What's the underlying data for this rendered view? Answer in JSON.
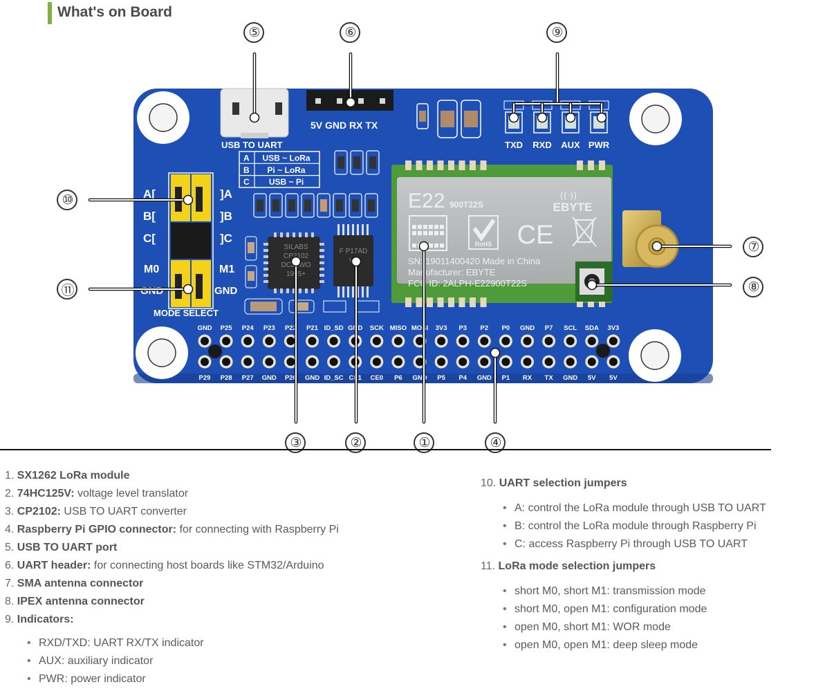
{
  "section_title": "What's on Board",
  "board": {
    "usb_label": "USB TO UART",
    "uart_header_label": "5V GND RX TX",
    "jumper_table": [
      {
        "key": "A",
        "value": "USB ~ LoRa"
      },
      {
        "key": "B",
        "value": "Pi ~ LoRa"
      },
      {
        "key": "C",
        "value": "USB ~ Pi"
      }
    ],
    "jumper_left_labels": [
      "A[",
      "B[",
      "C["
    ],
    "jumper_right_labels": [
      "]A",
      "]B",
      "]C"
    ],
    "mode_labels": {
      "m0": "M0",
      "m1": "M1",
      "gnd_left": "GND",
      "gnd_right": "GND"
    },
    "mode_select_label": "MODE SELECT",
    "indicator_labels": [
      "TXD",
      "RXD",
      "AUX",
      "PWR"
    ],
    "module": {
      "model": "E22",
      "submodel": "900T22S",
      "brand": "EBYTE",
      "sn_line": "SN: 19011400420  Made in China",
      "manufacturer_line": "Manufacturer: EBYTE",
      "fcc_line": "FCC ID: 2ALPH-E22900T22S",
      "rohs": "RoHS",
      "ce": "CE"
    },
    "chip_cp2102": [
      "SILABS",
      "CP2102",
      "DCL4WO",
      "1905+"
    ],
    "chip_74hc125": [
      "F P17AD",
      "V1"
    ],
    "gpio_top_labels": [
      "GND",
      "P25",
      "P24",
      "P23",
      "P22",
      "P21",
      "ID_SD",
      "GND",
      "SCK",
      "MISO",
      "MOSI",
      "3V3",
      "P3",
      "P2",
      "P0",
      "GND",
      "P7",
      "SCL",
      "SDA",
      "3V3"
    ],
    "gpio_bottom_labels": [
      "P29",
      "P28",
      "P27",
      "GND",
      "P26",
      "GND",
      "ID_SC",
      "CE1",
      "CE0",
      "P6",
      "GND",
      "P5",
      "P4",
      "GND",
      "P1",
      "RX",
      "TX",
      "GND",
      "5V",
      "5V"
    ]
  },
  "callouts": [
    "①",
    "②",
    "③",
    "④",
    "⑤",
    "⑥",
    "⑦",
    "⑧",
    "⑨",
    "⑩",
    "⑪"
  ],
  "legend_left": [
    {
      "num": "1.",
      "bold": "SX1262 LoRa module",
      "text": ""
    },
    {
      "num": "2.",
      "bold": "74HC125V:",
      "text": " voltage level translator"
    },
    {
      "num": "3.",
      "bold": "CP2102:",
      "text": " USB TO UART converter"
    },
    {
      "num": "4.",
      "bold": "Raspberry Pi GPIO connector:",
      "text": " for connecting with Raspberry Pi"
    },
    {
      "num": "5.",
      "bold": "USB TO UART port",
      "text": ""
    },
    {
      "num": "6.",
      "bold": "UART header:",
      "text": " for connecting host boards like STM32/Arduino"
    },
    {
      "num": "7.",
      "bold": "SMA antenna connector",
      "text": ""
    },
    {
      "num": "8.",
      "bold": "IPEX antenna connector",
      "text": ""
    },
    {
      "num": "9.",
      "bold": "Indicators:",
      "text": ""
    }
  ],
  "indicators_sub": [
    "RXD/TXD: UART RX/TX indicator",
    "AUX: auxiliary indicator",
    "PWR: power indicator"
  ],
  "legend_right": {
    "uart": {
      "num": "10.",
      "bold": "UART selection jumpers"
    },
    "uart_sub": [
      "A: control the LoRa module through USB TO UART",
      "B: control the LoRa module through Raspberry Pi",
      "C: access Raspberry Pi through USB TO UART"
    ],
    "mode": {
      "num": "11.",
      "bold": "LoRa mode selection jumpers"
    },
    "mode_sub": [
      "short M0, short M1: transmission mode",
      "short M0, open M1: configuration mode",
      "open M0, short M1: WOR mode",
      "open M0, open M1: deep sleep mode"
    ]
  },
  "colors": {
    "accent": "#7cb342",
    "pcb_blue": "#1d4fb5",
    "jumper_yellow": "#f5d21a",
    "module_green": "#4f9a3a",
    "shield_gray": "#b9bcbd",
    "sma_gold": "#c9a64a"
  }
}
